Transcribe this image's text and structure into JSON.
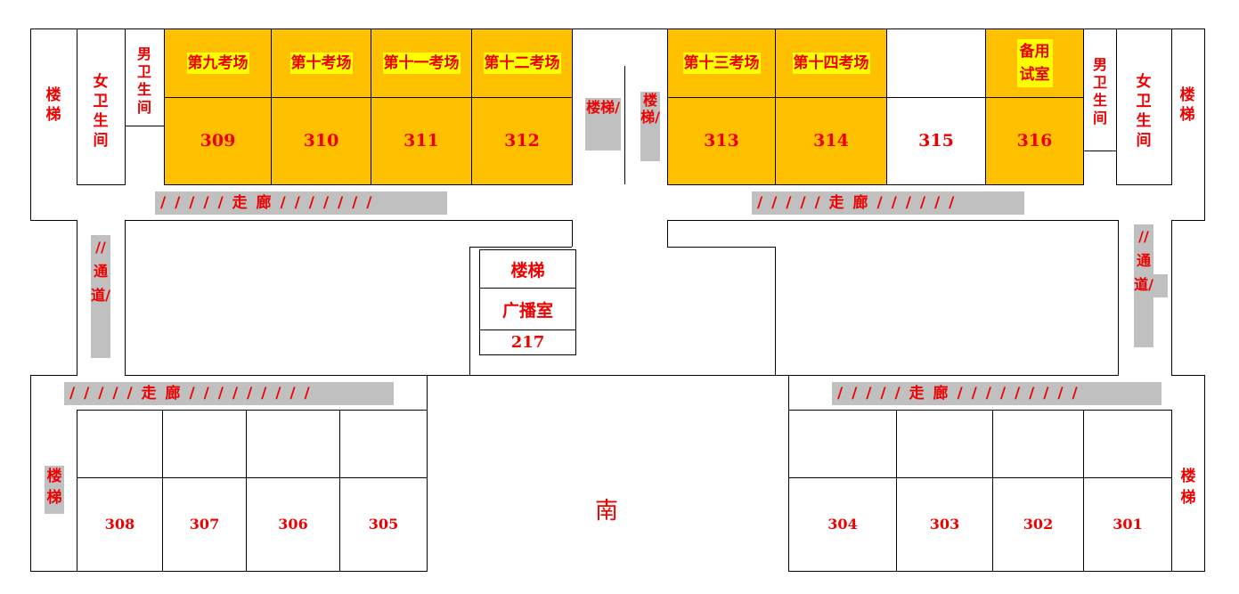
{
  "north_left": {
    "stair": "楼梯",
    "women_wc": "女卫生间",
    "men_wc": "男卫生间",
    "exam_rooms": [
      {
        "name": "第九考场",
        "num": "309"
      },
      {
        "name": "第十考场",
        "num": "310"
      },
      {
        "name": "第十一考场",
        "num": "311"
      },
      {
        "name": "第十二考场",
        "num": "312"
      }
    ]
  },
  "north_center": {
    "stair_a": "楼梯/",
    "stair_b": "楼梯/"
  },
  "north_right": {
    "rooms": [
      {
        "name": "第十三考场",
        "num": "313",
        "exam": true
      },
      {
        "name": "第十四考场",
        "num": "314",
        "exam": true
      },
      {
        "name": "",
        "num": "315",
        "exam": false
      },
      {
        "name": "备用试室",
        "num": "316",
        "exam": true
      }
    ],
    "men_wc": "男卫生间",
    "women_wc": "女卫生间",
    "stair": "楼梯"
  },
  "corridors": {
    "north_left": "/ / / / /   走 廊  / / / / / / /",
    "north_right": "/ / / / /   走 廊  / / / / / /",
    "south_left": "/ / / / /   走 廊  / / / / / / / / /",
    "south_right": "/ / / / /   走 廊  / / / / / / / / /"
  },
  "passages": {
    "left": "//通道/",
    "right": "//通道/"
  },
  "center": {
    "stair": "楼梯",
    "broadcast": "广播室",
    "room": "217"
  },
  "south": {
    "label": "南",
    "stair_left": "楼梯",
    "stair_right": "楼梯",
    "left_rooms": [
      "308",
      "307",
      "306",
      "305"
    ],
    "right_rooms": [
      "304",
      "303",
      "302",
      "301"
    ]
  },
  "colors": {
    "exam_fill": "#ffc000",
    "label_highlight": "#ffff00",
    "text_red": "#ee0000",
    "corridor_gray": "#c0c0c0"
  }
}
